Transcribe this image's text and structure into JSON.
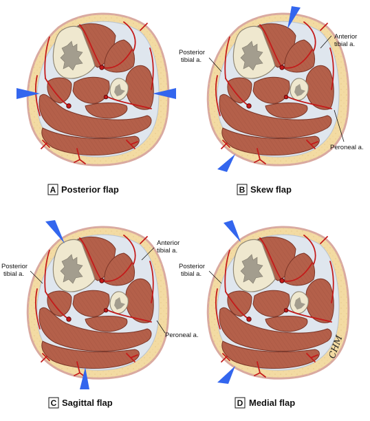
{
  "panels": [
    {
      "letter": "A",
      "title": "Posterior flap",
      "labels": []
    },
    {
      "letter": "B",
      "title": "Skew flap",
      "labels": [
        {
          "key": "anterior",
          "lines": [
            "Anterior",
            "tibial a."
          ]
        },
        {
          "key": "posterior",
          "lines": [
            "Posterior",
            "tibial a."
          ]
        },
        {
          "key": "peroneal",
          "lines": [
            "Peroneal a."
          ]
        }
      ]
    },
    {
      "letter": "C",
      "title": "Sagittal flap",
      "labels": [
        {
          "key": "anterior",
          "lines": [
            "Anterior",
            "tibial a."
          ]
        },
        {
          "key": "posterior",
          "lines": [
            "Posterior",
            "tibial a."
          ]
        },
        {
          "key": "peroneal",
          "lines": [
            "Peroneal a."
          ]
        }
      ]
    },
    {
      "letter": "D",
      "title": "Medial flap",
      "labels": [
        {
          "key": "posterior",
          "lines": [
            "Posterior",
            "tibial a."
          ]
        }
      ]
    }
  ],
  "artist_signature": "CHM",
  "colors": {
    "skin": "#f3dba3",
    "skin_edge": "#d9a9a0",
    "fascia": "#dfe6ee",
    "muscle": "#b4604a",
    "muscle_edge": "#7a3426",
    "bone": "#efe8cf",
    "marrow": "#a39d8e",
    "artery": "#c41a1a",
    "arrow": "#3366ee"
  }
}
